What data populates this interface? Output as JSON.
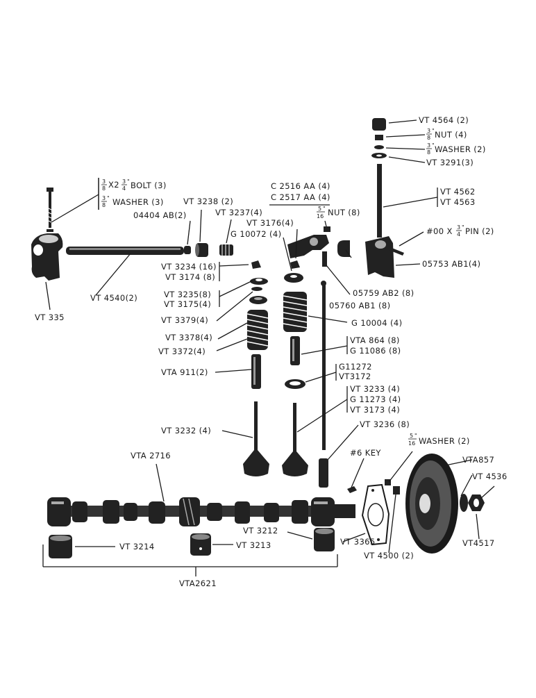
{
  "labels": {
    "vt4564": "VT 4564 (2)",
    "nut4": "NUT (4)",
    "washer2_top": "WASHER (2)",
    "vt3291": "VT 3291(3)",
    "vt4562": "VT 4562",
    "vt4563": "VT 4563",
    "pin_prefix": "#00 X",
    "pin_suffix": "PIN (2)",
    "bolt": "BOLT (3)",
    "washer3": "WASHER (3)",
    "c2516": "C 2516 AA (4)",
    "c2517": "C 2517 AA (4)",
    "nut8": "NUT (8)",
    "vt3238": "VT 3238 (2)",
    "vt3237": "VT 3237(4)",
    "p04404": "04404 AB(2)",
    "vt3176": "VT 3176(4)",
    "g10072": "G 10072 (4)",
    "vt335": "VT 335",
    "vt4540": "VT 4540(2)",
    "vt3234": "VT 3234 (16)",
    "vt3174": "VT 3174 (8)",
    "vt3235": "VT 3235(8)",
    "vt3175": "VT 3175(4)",
    "vt3379": "VT 3379(4)",
    "vt3378": "VT 3378(4)",
    "vt3372": "VT 3372(4)",
    "vta911": "VTA 911(2)",
    "vt3232": "VT 3232 (4)",
    "p05753": "05753 AB1(4)",
    "p05759": "05759 AB2 (8)",
    "p05760": "05760 AB1 (8)",
    "g10004": "G 10004 (4)",
    "vta864": "VTA 864 (8)",
    "g11086": "G 11086 (8)",
    "g11272": "G11272",
    "vt3172": "VT3172",
    "vt3233": "VT 3233 (4)",
    "g11273": "G 11273 (4)",
    "vt3173": "VT 3173 (4)",
    "vt3236": "VT 3236 (8)",
    "key6": "#6 KEY",
    "washer2_mid": "WASHER (2)",
    "vta2716": "VTA 2716",
    "vta857": "VTA857",
    "vt4536": "VT 4536",
    "vt4517": "VT4517",
    "vt3214": "VT 3214",
    "vt3213": "VT 3213",
    "vt3212": "VT 3212",
    "vt3365": "VT 3365",
    "vt4500": "VT 4500 (2)",
    "vta2621": "VTA2621"
  },
  "fractions": {
    "three_eighths": {
      "num": "3",
      "den": "8"
    },
    "three_quarters": {
      "num": "3",
      "den": "4"
    },
    "five_sixteenths": {
      "num": "5",
      "den": "16"
    },
    "bolt_size_x": "X2",
    "inch_mark": "\""
  }
}
